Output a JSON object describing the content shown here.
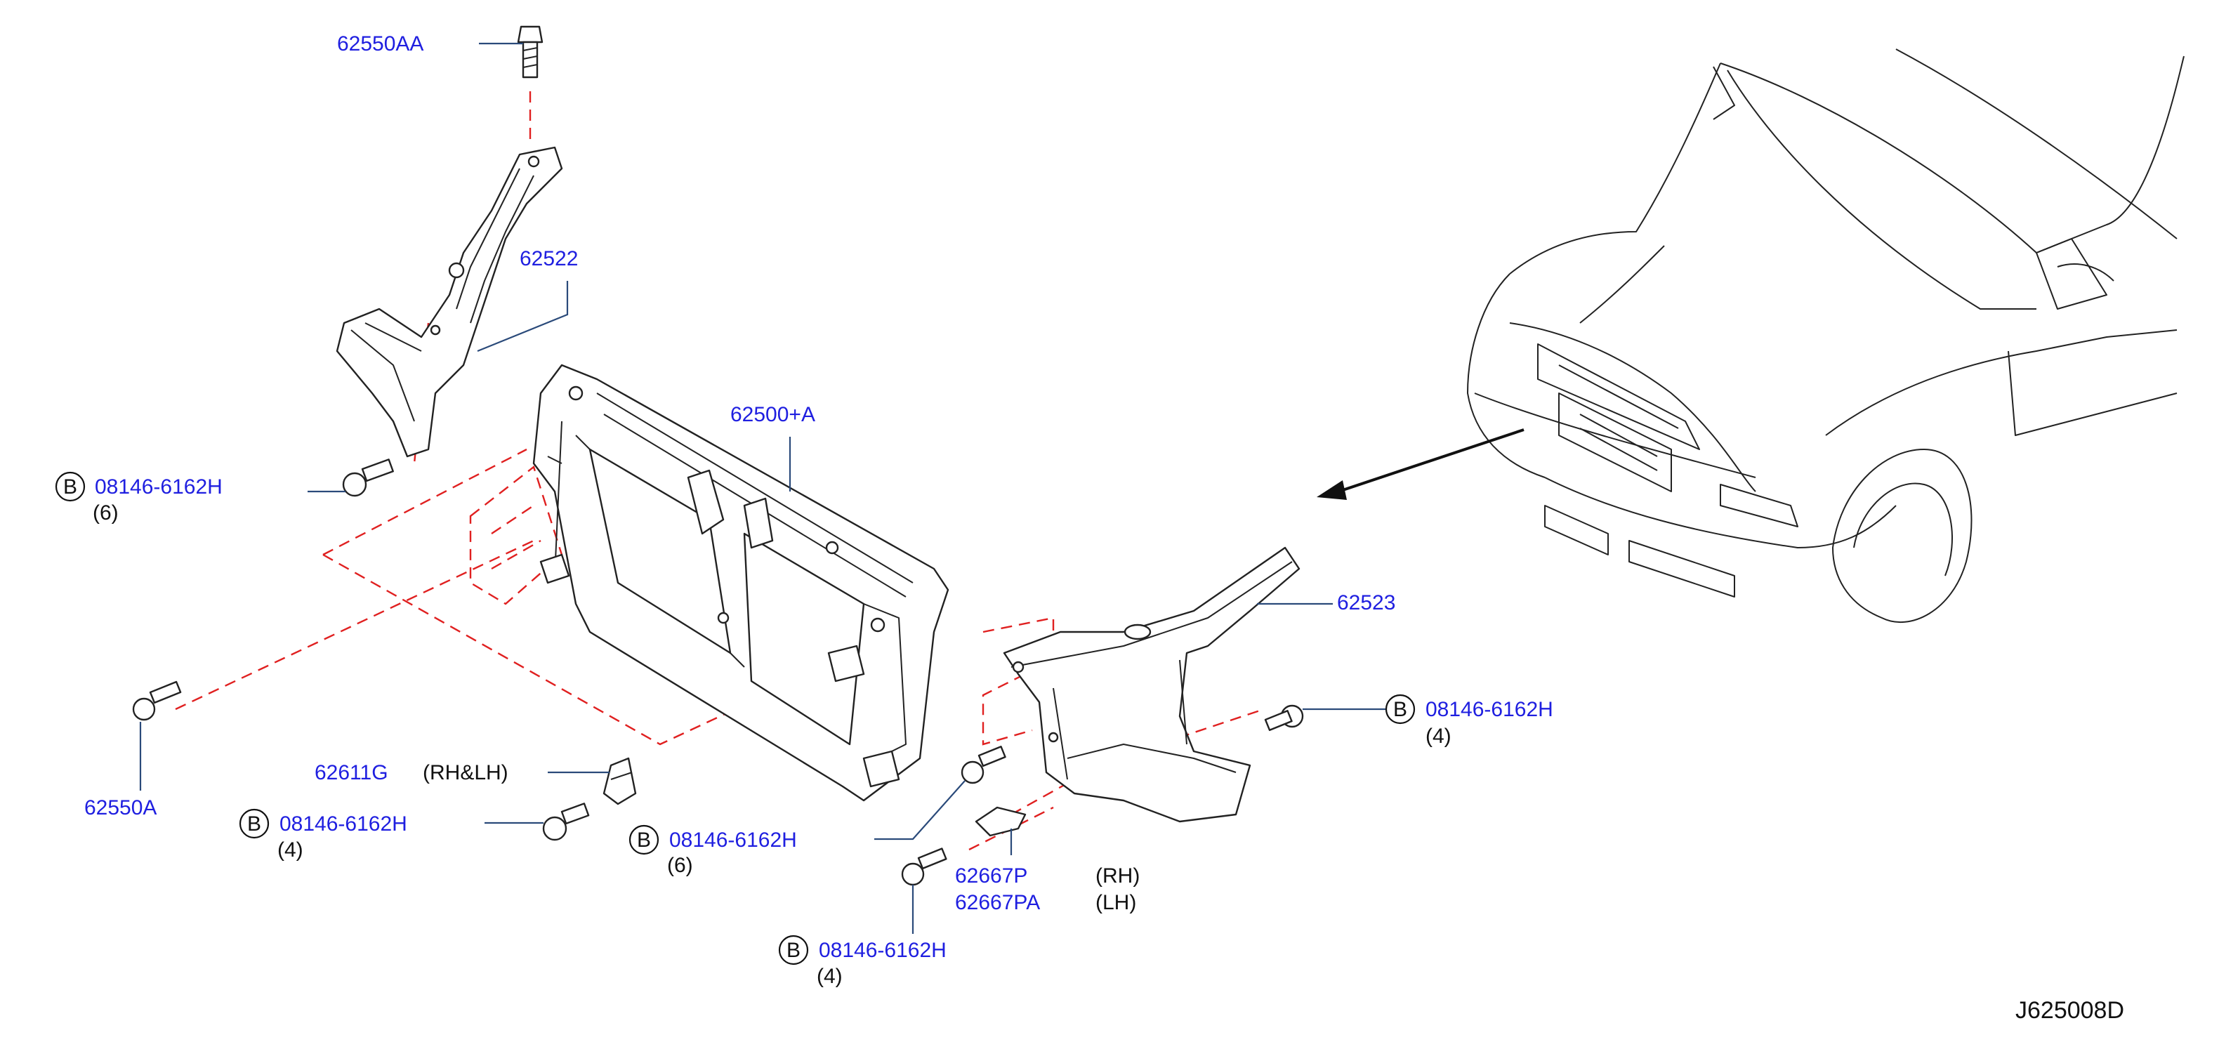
{
  "diagram": {
    "code": "J625008D",
    "colors": {
      "part_number": "#1f1fe0",
      "leader": "#2a4a7a",
      "dashed_guide": "#e02020",
      "note": "#111111"
    },
    "icons": {
      "callout_marker": "circled-letter-icon"
    },
    "callouts": {
      "bolt_top": {
        "part": "62550AA"
      },
      "bracket_upper_left": {
        "part": "62522"
      },
      "bolt_left": {
        "badge": "B",
        "part": "08146-6162H",
        "qty": "(6)"
      },
      "support_main": {
        "part": "62500+A"
      },
      "bracket_right": {
        "part": "62523"
      },
      "bolt_right": {
        "badge": "B",
        "part": "08146-6162H",
        "qty": "(4)"
      },
      "bolt_lower_left": {
        "part": "62550A"
      },
      "clip": {
        "part": "62611G",
        "note": "(RH&LH)"
      },
      "bolt_lower_1": {
        "badge": "B",
        "part": "08146-6162H",
        "qty": "(4)"
      },
      "bolt_lower_2": {
        "badge": "B",
        "part": "08146-6162H",
        "qty": "(6)"
      },
      "seal_rh": {
        "part": "62667P",
        "note": "(RH)"
      },
      "seal_lh": {
        "part": "62667PA",
        "note": "(LH)"
      },
      "bolt_bottom": {
        "badge": "B",
        "part": "08146-6162H",
        "qty": "(4)"
      }
    }
  }
}
